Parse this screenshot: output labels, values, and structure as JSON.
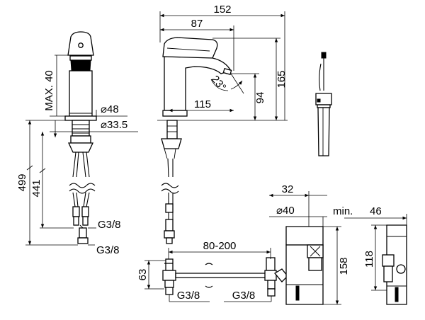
{
  "dimensions": {
    "overall_width": "152",
    "spout_reach": "87",
    "body_height": "165",
    "spout_height": "94",
    "handle_angle": "23°",
    "base_offset": "115",
    "max_height": "MAX. 40",
    "base_diameter": "⌀48",
    "shank_diameter": "⌀33.5",
    "total_length": "499",
    "hose_length": "441",
    "thread_1": "G3/8",
    "thread_2": "G3/8",
    "mixer_span": "80-200",
    "mixer_height": "63",
    "bottom_thread_left": "G3/8",
    "bottom_thread_right": "G3/8",
    "unit_offset": "32",
    "unit_diameter": "⌀40",
    "unit_height": "158",
    "side_depth_label": "min.",
    "side_depth": "46",
    "side_height": "118"
  }
}
